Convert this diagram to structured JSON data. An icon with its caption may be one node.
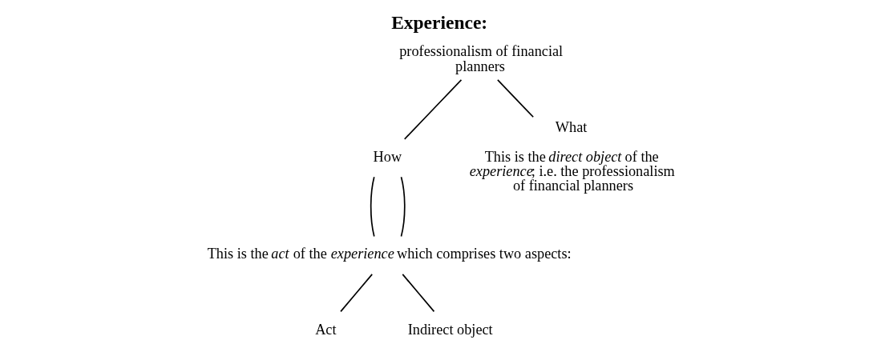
{
  "diagram": {
    "title": "Experience:",
    "nodes": [
      {
        "text": [
          "professionalism of financial planners"
        ]
      },
      {
        "text": [
          "How"
        ]
      },
      {
        "text": [
          "This is the *act* of the *experience* which comprises two aspects:"
        ]
      },
      {
        "text": [
          "What",
          "This is the *direct object* of the *experience*; i.e. the professionalism of financial planners"
        ]
      },
      {
        "text": [
          "Act"
        ]
      },
      {
        "text": [
          "Indirect object"
        ]
      }
    ],
    "edges": [
      {
        "from": 0,
        "to": 1,
        "arrow": "none"
      },
      {
        "from": 0,
        "to": 3,
        "arrow": "none"
      },
      {
        "from": 1,
        "to": 2,
        "arrow": "none"
      },
      {
        "from": 1,
        "to": 2,
        "arrow": "none"
      },
      {
        "from": 2,
        "to": 4,
        "arrow": "none"
      },
      {
        "from": 2,
        "to": 5,
        "arrow": "none"
      }
    ]
  }
}
